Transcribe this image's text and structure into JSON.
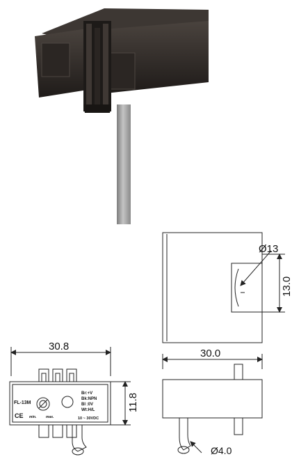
{
  "photo": {
    "sensor_body_color": "#2b2623",
    "cable_color": "#a8a8a8"
  },
  "drawing": {
    "line_color": "#222222",
    "top_view": {
      "slot_diameter": "Ø13",
      "slot_width": "13.0"
    },
    "side_view": {
      "width": "30.0",
      "cable_diameter": "Ø4.0"
    },
    "front_view": {
      "width": "30.8",
      "height": "11.8",
      "label": {
        "model": "FL-13M",
        "ce_mark": "CE",
        "knob_min": "min.",
        "knob_max": "max.",
        "wiring": [
          "Br:+V",
          "Bk:NPN",
          "Bl :0V",
          "Wt:H/L"
        ],
        "supply": "10 ~ 30VDC"
      }
    }
  }
}
